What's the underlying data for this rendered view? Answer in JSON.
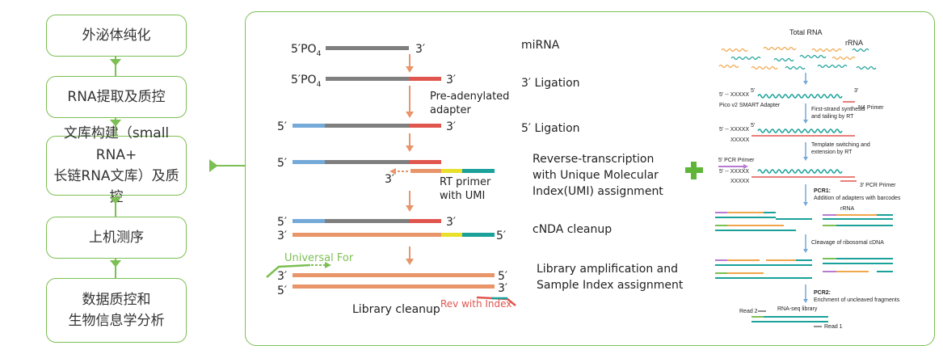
{
  "workflow": {
    "steps": [
      {
        "lines": [
          "外泌体纯化"
        ]
      },
      {
        "lines": [
          "RNA提取及质控"
        ]
      },
      {
        "lines": [
          "文库构建（small RNA+",
          "长链RNA文库）及质控"
        ]
      },
      {
        "lines": [
          "上机测序"
        ]
      },
      {
        "lines": [
          "数据质控和",
          "生物信息学分析"
        ]
      }
    ]
  },
  "small_rna": {
    "stage_labels": [
      "miRNA",
      "3′ Ligation",
      "5′ Ligation",
      "Reverse-transcription",
      "with Unique Molecular",
      "Index(UMI) assignment",
      "cNDA cleanup",
      "Library amplification and",
      "Sample Index assignment"
    ],
    "po4_label_1": "5′PO",
    "po4_sub_1": "4",
    "po4_label_2": "5′PO",
    "po4_sub_2": "4",
    "end3": "3′",
    "end5": "5′",
    "adapter_note": [
      "Pre-adenylated",
      "adapter"
    ],
    "rt_primer_note": [
      "RT primer",
      "with UMI"
    ],
    "universal_for": "Universal For",
    "rev_with_index": "Rev with Index",
    "library_cleanup": "Library cleanup"
  },
  "long_rna": {
    "total_rna": "Total RNA",
    "rrna": "rRNA",
    "adapter_5": "5′ -- XXXXX",
    "pico_adapter": "Pico v2 SMART Adapter",
    "n4_primer": "N4 Primer",
    "first_strand": [
      "First-strand synthesis",
      "and tailing by RT"
    ],
    "xxxxx_label": "XXXXX",
    "template_switch": [
      "Template switching and",
      "extension by RT"
    ],
    "pcr_primer_5": "5′ PCR Primer",
    "pcr_primer_3": "3′ PCR Primer",
    "pcr1_title": "PCR1:",
    "pcr1_desc": "Addition of adapters with barcodes",
    "rrna2": "rRNA",
    "cleavage": "Cleavage of ribosomal cDNA",
    "pcr2_title": "PCR2:",
    "pcr2_desc": "Erichment of uncleaved fragments",
    "read2": "Read 2",
    "rnaseq_library": "RNA-seq library",
    "read1": "Read 1",
    "three_prime": "3′",
    "five_prime": "5′"
  },
  "plus_symbol": "+",
  "colors": {
    "green": "#7cbf52",
    "gray": "#7f7f7f",
    "red": "#e0554e",
    "blue": "#74a9d8",
    "salmon": "#e8956a",
    "yellow": "#e8e02a",
    "teal": "#1aa19a",
    "orange": "#f0a64a",
    "plus": "#5fb537"
  }
}
